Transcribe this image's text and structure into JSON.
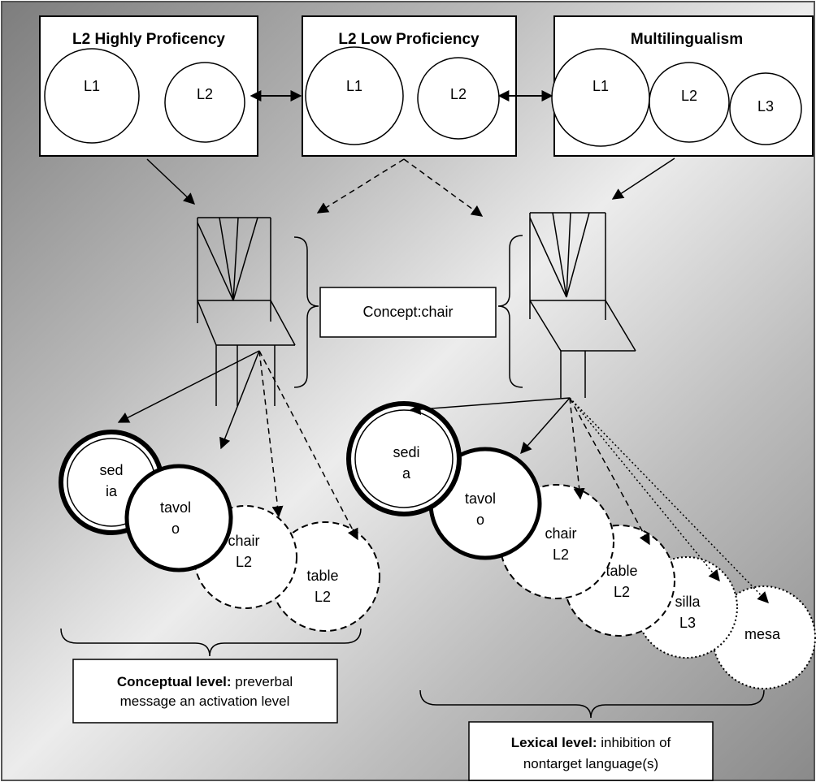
{
  "panels": {
    "high": {
      "title": "L2 Highly Proficency",
      "circles": [
        "L1",
        "L2"
      ]
    },
    "low": {
      "title": "L2 Low Proficiency",
      "circles": [
        "L1",
        "L2"
      ]
    },
    "multi": {
      "title": "Multilingualism",
      "circles": [
        "L1",
        "L2",
        "L3"
      ]
    }
  },
  "concept_label": "Concept:chair",
  "left_nodes": [
    {
      "lines": [
        "sed",
        "ia"
      ]
    },
    {
      "lines": [
        "tavol",
        "o"
      ]
    },
    {
      "lines": [
        "chair",
        "L2"
      ]
    },
    {
      "lines": [
        "table",
        "L2"
      ]
    }
  ],
  "right_nodes": [
    {
      "lines": [
        "sedi",
        "a"
      ]
    },
    {
      "lines": [
        "tavol",
        "o"
      ]
    },
    {
      "lines": [
        "chair",
        "L2"
      ]
    },
    {
      "lines": [
        "table",
        "L2"
      ]
    },
    {
      "lines": [
        "silla",
        "L3"
      ]
    },
    {
      "lines": [
        "mesa"
      ]
    }
  ],
  "conceptual_box": {
    "bold": "Conceptual level:",
    "text": " preverbal",
    "line2": "message an activation level"
  },
  "lexical_box": {
    "bold": "Lexical level:",
    "text": " inhibition of",
    "line2": "nontarget language(s)"
  }
}
